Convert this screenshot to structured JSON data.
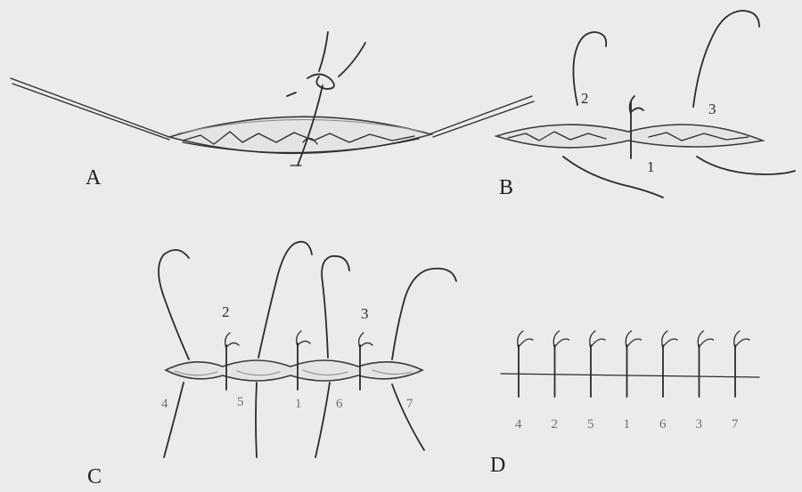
{
  "panels": {
    "a": {
      "label": "A"
    },
    "b": {
      "label": "B",
      "suture_labels": [
        "2",
        "3",
        "1"
      ]
    },
    "c": {
      "label": "C",
      "top_labels": [
        "2",
        "3"
      ],
      "bottom_labels": [
        "4",
        "5",
        "1",
        "6",
        "7"
      ]
    },
    "d": {
      "label": "D",
      "order": [
        "4",
        "2",
        "5",
        "1",
        "6",
        "3",
        "7"
      ]
    }
  }
}
